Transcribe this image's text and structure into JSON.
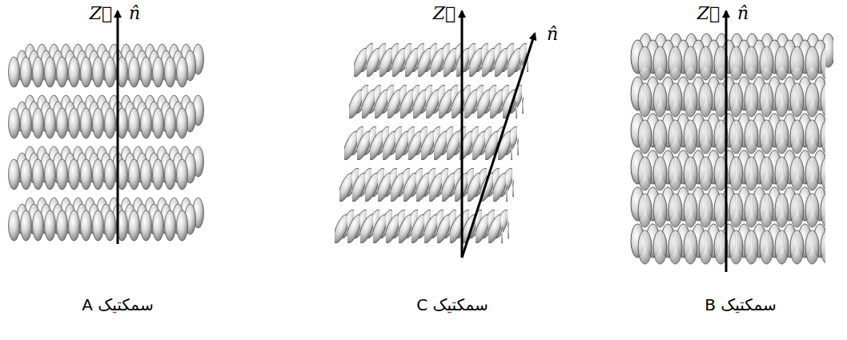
{
  "diagram": {
    "labels": [
      "Z⃗",
      "n̂",
      "Z⃗",
      "n̂",
      "Z⃗",
      "n̂",
      "سمکتیک A",
      "سمکتیک C",
      "سمکتیک B"
    ]
  }
}
